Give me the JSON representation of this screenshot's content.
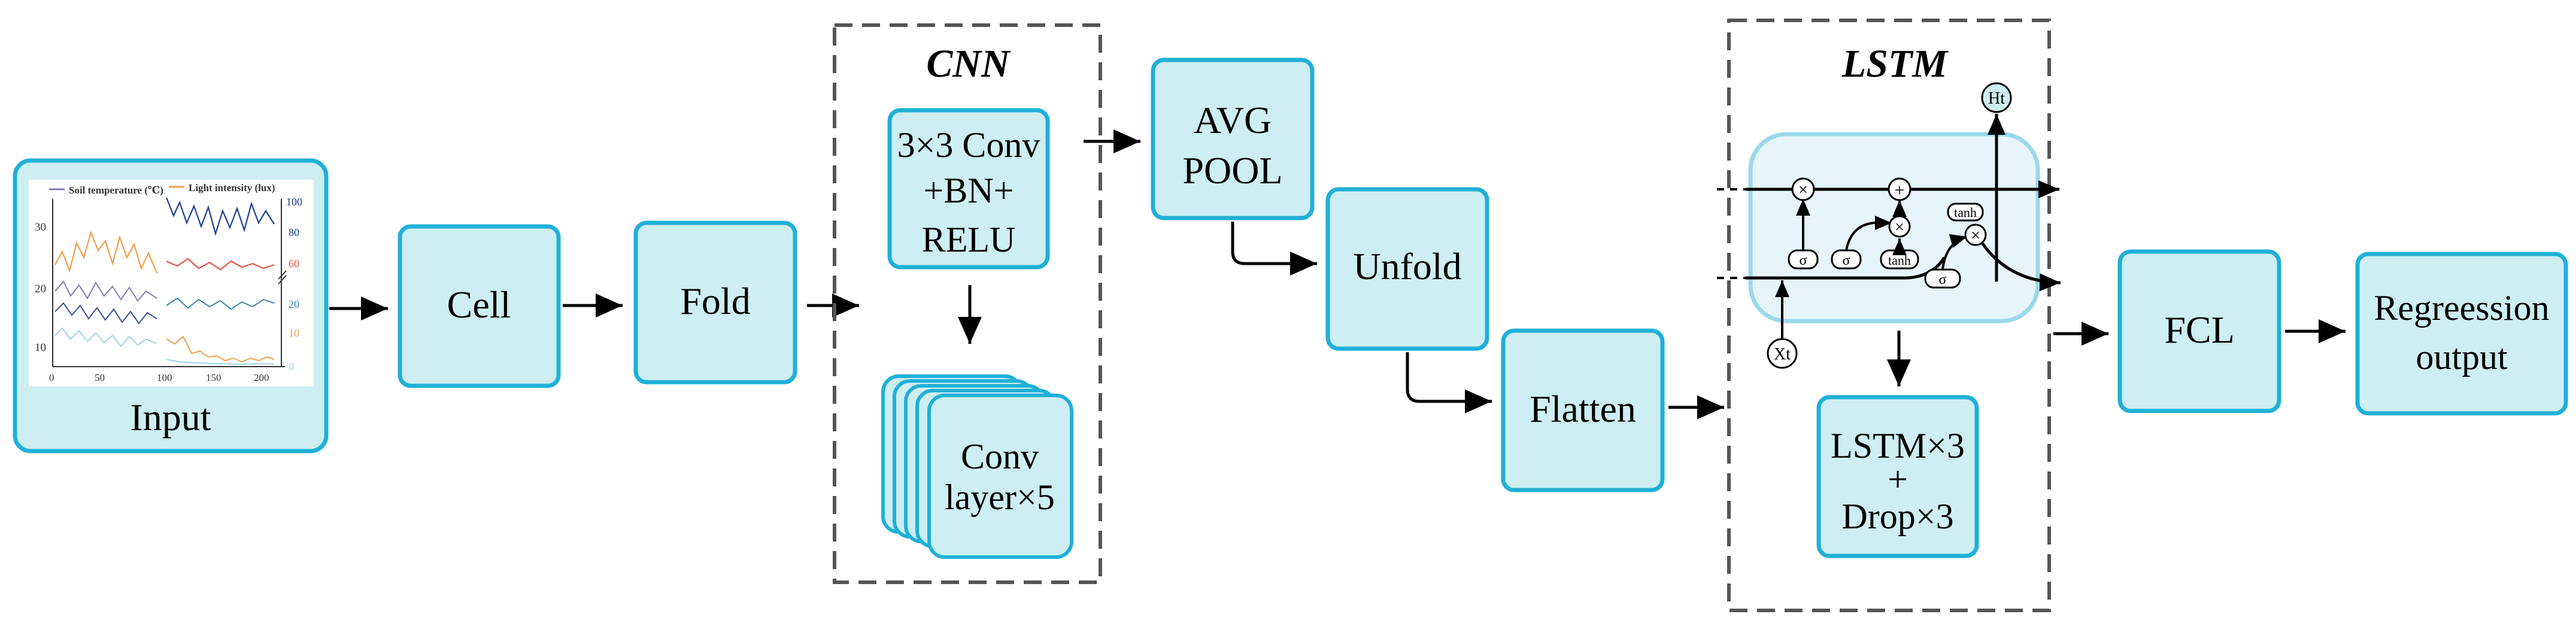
{
  "input": {
    "label": "Input",
    "legend_left": "Soil temperature (℃)",
    "legend_right": "Light intensity (lux)",
    "left_ticks": [
      "30",
      "20",
      "10"
    ],
    "right_ticks": [
      "100",
      "80",
      "60",
      "20",
      "10",
      "0"
    ],
    "x_ticks": [
      "0",
      "50",
      "100",
      "150",
      "200"
    ]
  },
  "cell": {
    "label": "Cell"
  },
  "fold": {
    "label": "Fold"
  },
  "cnn": {
    "title": "CNN",
    "conv_block": [
      "3×3 Conv",
      "+BN+",
      "RELU"
    ],
    "conv_layers": [
      "Conv",
      "layer×5"
    ]
  },
  "avg_pool": {
    "lines": [
      "AVG",
      "POOL"
    ]
  },
  "unfold": {
    "label": "Unfold"
  },
  "flatten": {
    "label": "Flatten"
  },
  "lstm": {
    "title": "LSTM",
    "ht": "Ht",
    "xt": "Xt",
    "tanh": "tanh",
    "sigma": "σ",
    "times": "×",
    "plus": "+",
    "stack": [
      "LSTM×3",
      "+",
      "Drop×3"
    ]
  },
  "fcl": {
    "label": "FCL"
  },
  "output": {
    "lines": [
      "Regreession",
      "output"
    ]
  },
  "colors": {
    "box_fill": "#cdeef2",
    "box_stroke": "#1fb0d8",
    "dashed": "#555555",
    "line_orange": "#f0a04b",
    "line_red": "#e0534a",
    "line_navy": "#3a4f9a",
    "line_lightblue": "#9fd3e6",
    "line_purple": "#8878b8",
    "line_darkblue": "#1c3f8f"
  }
}
